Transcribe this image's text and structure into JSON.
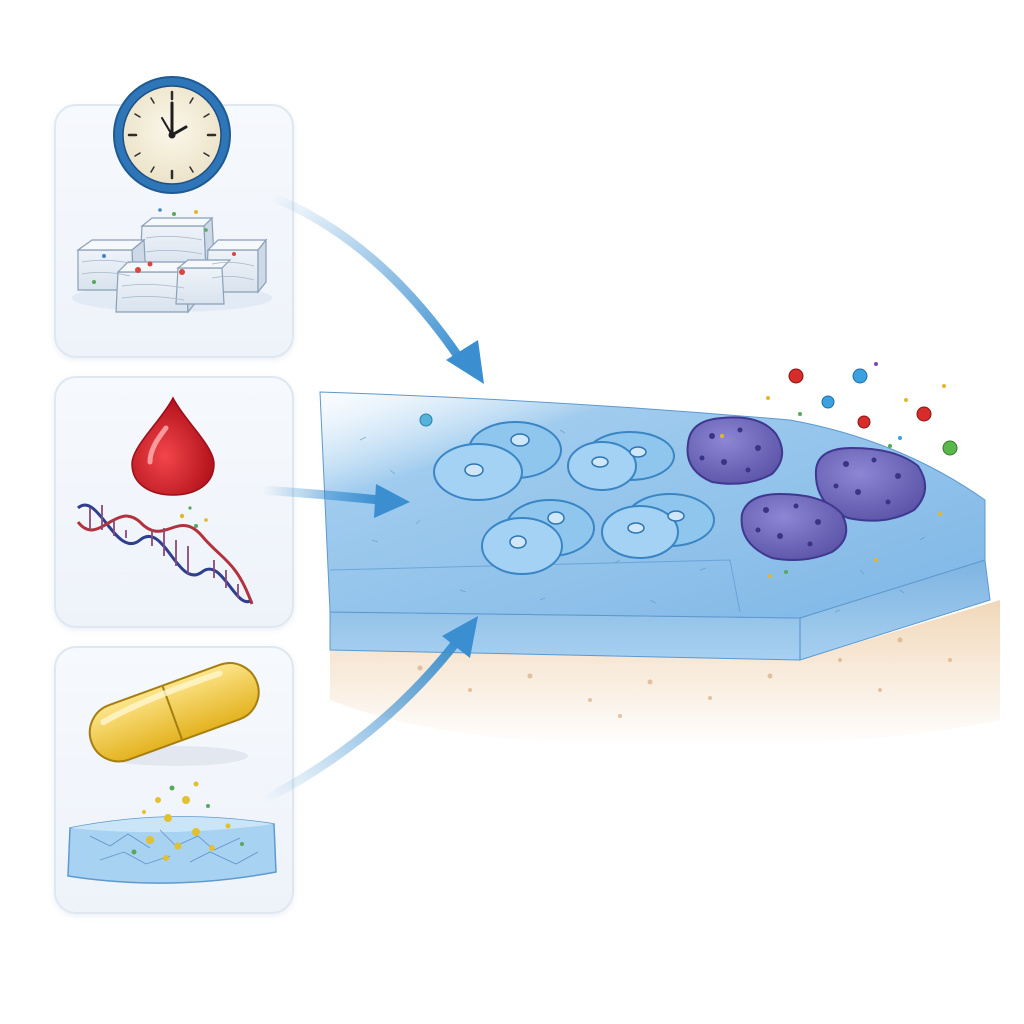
{
  "figure": {
    "panels": [
      {
        "id": "time",
        "icons": [
          "clock-icon",
          "tissue-blocks-icon"
        ]
      },
      {
        "id": "blood",
        "icons": [
          "blood-drop-icon",
          "dna-helix-icon"
        ]
      },
      {
        "id": "drug",
        "icons": [
          "capsule-icon",
          "treated-tissue-icon"
        ]
      }
    ],
    "target": "epithelium-with-cells",
    "colors": {
      "panel_border": "#dfe7f1",
      "arrow": "#3b8fd0",
      "epithelium": "#8cc3ec",
      "normal_cell": "#9fd0f2",
      "abnormal_cell": "#6a63b8",
      "blood": "#d8232c",
      "capsule": "#f3cc3c",
      "substrate": "#f0d2b0"
    }
  }
}
